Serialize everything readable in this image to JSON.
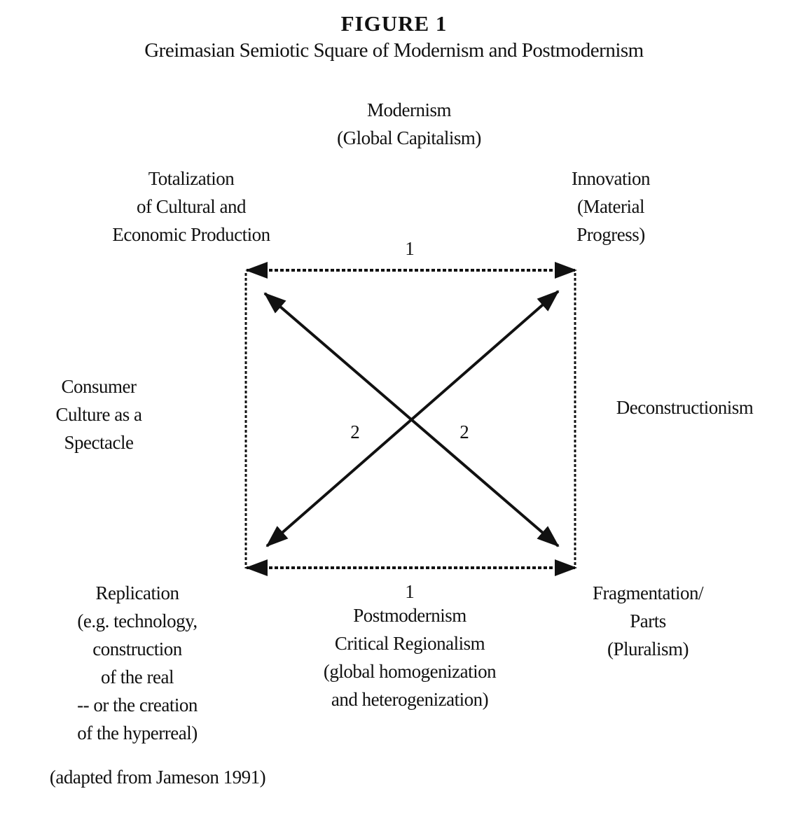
{
  "figure": {
    "title": "FIGURE 1",
    "subtitle": "Greimasian Semiotic Square of Modernism and Postmodernism"
  },
  "labels": {
    "top": [
      "Modernism",
      "(Global Capitalism)"
    ],
    "top_left": [
      "Totalization",
      "of Cultural and",
      "Economic Production"
    ],
    "top_right": [
      "Innovation",
      "(Material",
      "Progress)"
    ],
    "left": [
      "Consumer",
      "Culture as a",
      "Spectacle"
    ],
    "right": [
      "Deconstructionism"
    ],
    "bottom_left": [
      "Replication",
      "(e.g. technology,",
      "construction",
      "of the real",
      "-- or the creation",
      "of the hyperreal)"
    ],
    "bottom": [
      "Postmodernism",
      "Critical Regionalism",
      "(global homogenization",
      "and heterogenization)"
    ],
    "bottom_right": [
      "Fragmentation/",
      "Parts",
      "(Pluralism)"
    ]
  },
  "relation_numbers": {
    "top": "1",
    "bottom": "1",
    "diagonal_left": "2",
    "diagonal_right": "2"
  },
  "source_note": "(adapted from Jameson 1991)"
}
